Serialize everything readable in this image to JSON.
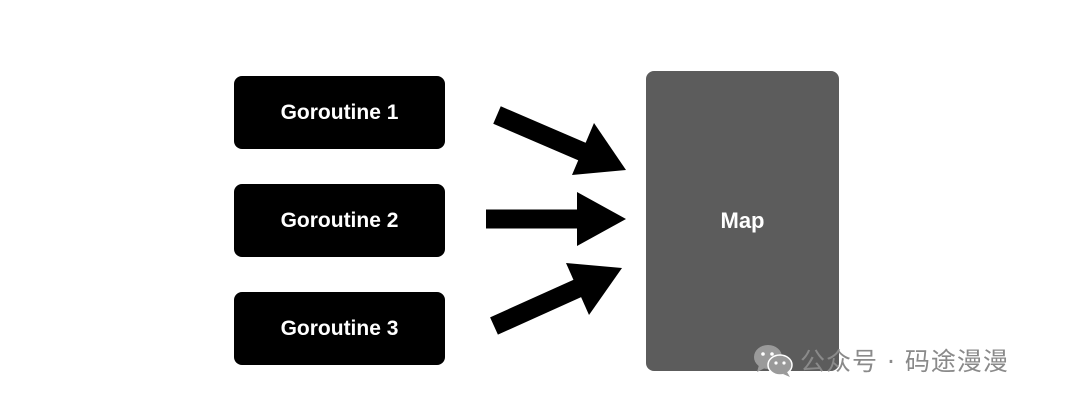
{
  "diagram": {
    "goroutines": [
      {
        "label": "Goroutine 1"
      },
      {
        "label": "Goroutine 2"
      },
      {
        "label": "Goroutine 3"
      }
    ],
    "map": {
      "label": "Map"
    }
  },
  "watermark": {
    "text": "公众号 · 码途漫漫",
    "icon": "wechat-icon"
  },
  "colors": {
    "goroutine_fill": "#000000",
    "map_fill": "#5c5c5c",
    "arrow": "#000000",
    "text": "#ffffff",
    "watermark": "#8a8a8a"
  }
}
